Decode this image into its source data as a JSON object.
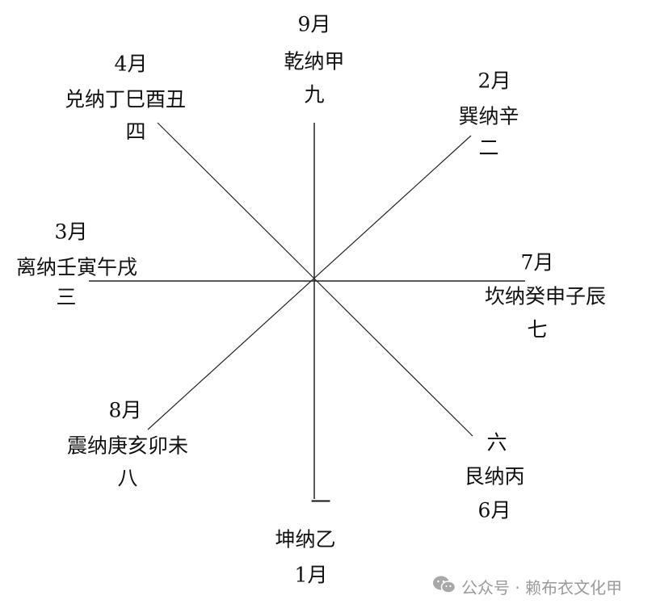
{
  "trigrams": [
    {
      "month": "9月",
      "text": "乾纳甲",
      "number": "九"
    },
    {
      "month": "4月",
      "text": "兑纳丁巳酉丑",
      "number": "四"
    },
    {
      "month": "2月",
      "text": "巽纳辛",
      "number": "二"
    },
    {
      "month": "3月",
      "text": "离纳壬寅午戌",
      "number": "三"
    },
    {
      "month": "7月",
      "text": "坎纳癸申子辰",
      "number": "七"
    },
    {
      "month": "8月",
      "text": "震纳庚亥卯未",
      "number": "八"
    },
    {
      "month": "6月",
      "text": "艮纳丙",
      "number": "六"
    },
    {
      "month": "1月",
      "text": "坤纳乙",
      "number": "一"
    }
  ],
  "watermark": {
    "text": "公众号 · 赖布衣文化甲",
    "icon": "wechat-icon"
  }
}
